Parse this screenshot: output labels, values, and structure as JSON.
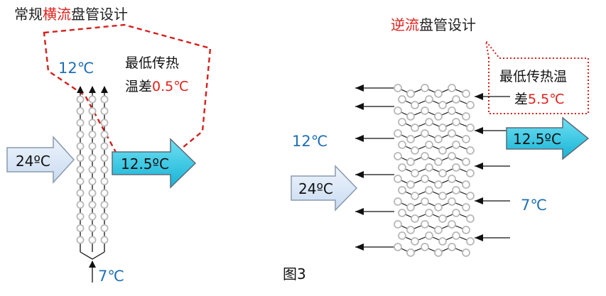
{
  "left_panel": {
    "title_prefix": "常规",
    "title_highlight": "横流",
    "title_suffix": "盘管设计",
    "top_temp": "12℃",
    "bottom_temp": "7℃",
    "note_line1": "最低传热",
    "note_line2_prefix": "温差",
    "note_line2_value": "0.5℃",
    "inlet_label": "24ºC",
    "outlet_label": "12.5ºC"
  },
  "right_panel": {
    "title_highlight": "逆流",
    "title_suffix": "盘管设计",
    "note_line1": "最低传热温",
    "note_line2_prefix": "差",
    "note_line2_value": "5.5℃",
    "water_in_temp": "12℃",
    "water_out_temp": "7℃",
    "inlet_label": "24ºC",
    "outlet_label": "12.5ºC"
  },
  "figure_label": "图3",
  "colors": {
    "highlight_red": "#e0201c",
    "temp_blue": "#1f6fb4",
    "inlet_fill": "#dbe8f7",
    "outlet_fill": "#2ec4e0",
    "tube_circle": "#b8b8b8"
  }
}
